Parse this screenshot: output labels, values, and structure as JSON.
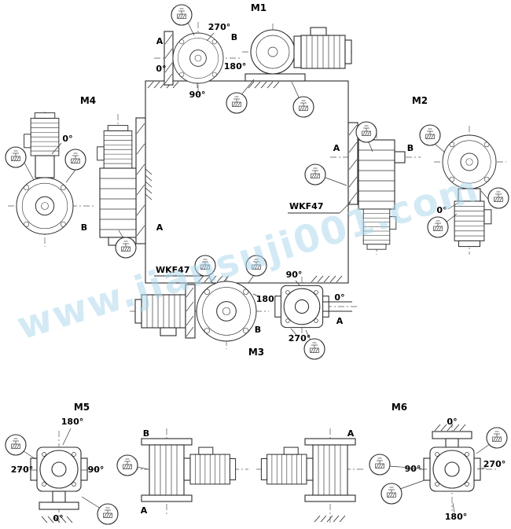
{
  "diagram": {
    "kind": "gearmotor-mounting-positions",
    "model": {
      "name": "WKF47"
    },
    "title_labels": {
      "m1": "M1",
      "m2": "M2",
      "m3": "M3",
      "m4": "M4",
      "m5": "M5",
      "m6": "M6"
    },
    "angles": {
      "d0": "0°",
      "d90": "90°",
      "d180": "180°",
      "d270": "270°"
    },
    "shaft_ends": {
      "a": "A",
      "b": "B"
    },
    "watermark": {
      "text": "www.jiansuji001.com"
    },
    "colors": {
      "line": "#2b2b2b",
      "watermark": "#a9d6ec"
    }
  }
}
